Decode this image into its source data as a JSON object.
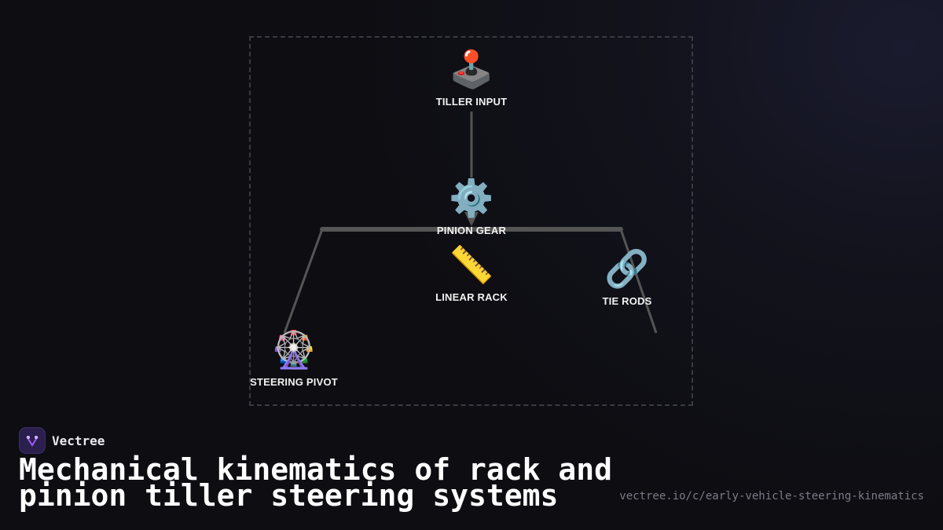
{
  "diagram": {
    "nodes": [
      {
        "id": "tiller",
        "label": "TILLER INPUT",
        "icon": "joystick-icon",
        "glyph": "🕹️"
      },
      {
        "id": "pinion",
        "label": "PINION GEAR",
        "icon": "gear-icon",
        "glyph": "⚙️"
      },
      {
        "id": "rack",
        "label": "LINEAR RACK",
        "icon": "ruler-icon",
        "glyph": "📏"
      },
      {
        "id": "tierods",
        "label": "TIE RODS",
        "icon": "link-icon",
        "glyph": "🔗"
      },
      {
        "id": "pivot",
        "label": "STEERING PIVOT",
        "icon": "ferris-wheel-icon",
        "glyph": "🎡"
      }
    ],
    "edges": [
      {
        "from": "tiller",
        "to": "pinion"
      },
      {
        "from": "pinion",
        "to": "rack"
      },
      {
        "from": "pinion",
        "to": "tierods"
      },
      {
        "from": "pinion",
        "to": "pivot"
      }
    ],
    "line_color": "#555555"
  },
  "brand": {
    "name": "Vectree",
    "logo_color": "#2a1f4d",
    "accent": "#9b5cf6"
  },
  "title": "Mechanical kinematics of rack and pinion tiller steering systems",
  "url": "vectree.io/c/early-vehicle-steering-kinematics"
}
